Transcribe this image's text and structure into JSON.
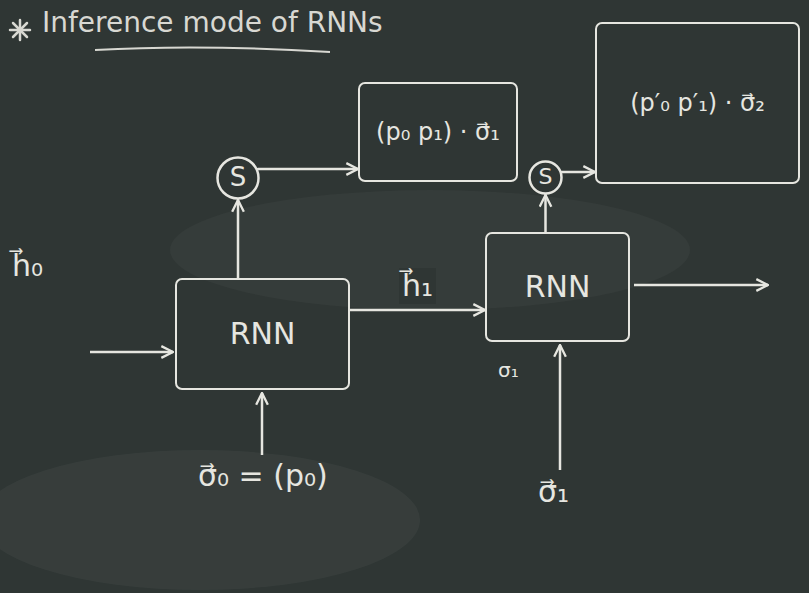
{
  "diagram": {
    "title": "Inference mode of RNNs",
    "nodes": [
      {
        "text": [
          "RNN"
        ]
      },
      {
        "text": [
          "S"
        ]
      },
      {
        "text": [
          "(p₀ p₁) · σ⃗₁"
        ]
      },
      {
        "text": [
          "RNN"
        ]
      },
      {
        "text": [
          "S"
        ]
      },
      {
        "text": [
          "(p′₀ p′₁) · σ⃗₂"
        ]
      }
    ],
    "edges": [
      {
        "from": 0,
        "to": 1,
        "arrow": "to"
      },
      {
        "from": 1,
        "to": 2,
        "arrow": "to"
      },
      {
        "from": 0,
        "to": 3,
        "label": "h⃗₁",
        "arrow": "to"
      },
      {
        "from": 3,
        "to": 4,
        "arrow": "to"
      },
      {
        "from": 4,
        "to": 5,
        "arrow": "to"
      }
    ],
    "labels": [
      "h⃗₀",
      "σ⃗₀ = (p₀)",
      "σ₁",
      "σ⃗₁"
    ]
  }
}
